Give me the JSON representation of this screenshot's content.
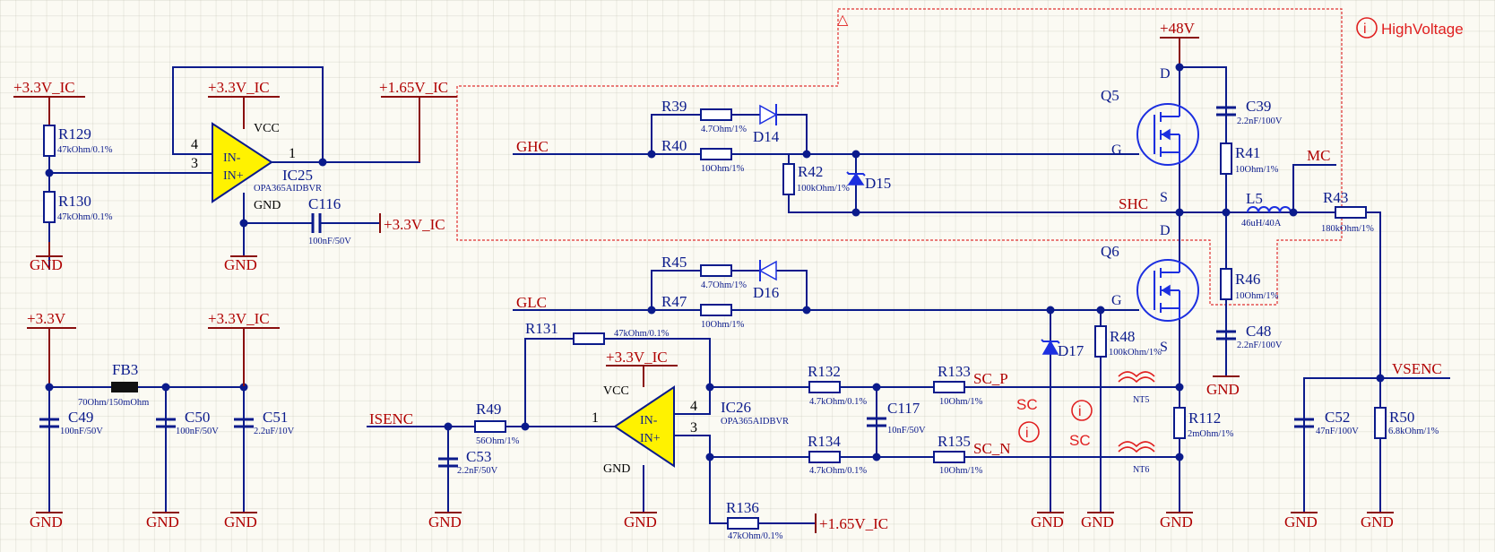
{
  "labels": {
    "pwr_33vic_top": "+3.3V_IC",
    "pwr_33vic_opamp": "+3.3V_IC",
    "pwr_165vic_top": "+1.65V_IC",
    "pwr_33vic_c116": "+3.3V_IC",
    "pwr_33v_left": "+3.3V",
    "pwr_33vic_c51": "+3.3V_IC",
    "pwr_33vic_ic26": "+3.3V_IC",
    "pwr_165vic_bottom": "+1.65V_IC",
    "pwr_48v": "+48V",
    "gnd": "GND",
    "net_ghc": "GHC",
    "net_glc": "GLC",
    "net_shc": "SHC",
    "net_mc": "MC",
    "net_isenc": "ISENC",
    "net_vsenc": "VSENC",
    "net_sc_p": "SC_P",
    "net_sc_n": "SC_N",
    "hv_label": "HighVoltage",
    "sc_label_a": "SC",
    "sc_label_b": "SC",
    "info_glyph": "i",
    "triangle_glyph": "△",
    "nt5": "NT5",
    "nt6": "NT6",
    "vcc": "VCC",
    "gnd_pin": "GND",
    "pin_in_minus": "IN-",
    "pin_in_plus": "IN+",
    "pin_d": "D",
    "pin_s": "S",
    "pin_g": "G",
    "pin_1": "1",
    "pin_3": "3",
    "pin_4": "4"
  },
  "components": {
    "ic25": {
      "ref": "IC25",
      "value": "OPA365AIDBVR"
    },
    "ic26": {
      "ref": "IC26",
      "value": "OPA365AIDBVR"
    },
    "r129": {
      "ref": "R129",
      "value": "47kOhm/0.1%"
    },
    "r130": {
      "ref": "R130",
      "value": "47kOhm/0.1%"
    },
    "c116": {
      "ref": "C116",
      "value": "100nF/50V"
    },
    "fb3": {
      "ref": "FB3",
      "value": "70Ohm/150mOhm"
    },
    "c49": {
      "ref": "C49",
      "value": "100nF/50V"
    },
    "c50": {
      "ref": "C50",
      "value": "100nF/50V"
    },
    "c51": {
      "ref": "C51",
      "value": "2.2uF/10V"
    },
    "r39": {
      "ref": "R39",
      "value": "4.7Ohm/1%"
    },
    "r40": {
      "ref": "R40",
      "value": "10Ohm/1%"
    },
    "d14": {
      "ref": "D14"
    },
    "r42": {
      "ref": "R42",
      "value": "100kOhm/1%"
    },
    "d15": {
      "ref": "D15"
    },
    "q5": {
      "ref": "Q5"
    },
    "c39": {
      "ref": "C39",
      "value": "2.2nF/100V"
    },
    "r41": {
      "ref": "R41",
      "value": "10Ohm/1%"
    },
    "l5": {
      "ref": "L5",
      "value": "46uH/40A"
    },
    "r43": {
      "ref": "R43",
      "value": "180kOhm/1%"
    },
    "r45": {
      "ref": "R45",
      "value": "4.7Ohm/1%"
    },
    "d16": {
      "ref": "D16"
    },
    "r47": {
      "ref": "R47",
      "value": "10Ohm/1%"
    },
    "q6": {
      "ref": "Q6"
    },
    "r46": {
      "ref": "R46",
      "value": "10Ohm/1%"
    },
    "c48": {
      "ref": "C48",
      "value": "2.2nF/100V"
    },
    "r131": {
      "ref": "R131",
      "value": "47kOhm/0.1%"
    },
    "r49": {
      "ref": "R49",
      "value": "56Ohm/1%"
    },
    "c53": {
      "ref": "C53",
      "value": "2.2nF/50V"
    },
    "r132": {
      "ref": "R132",
      "value": "4.7kOhm/0.1%"
    },
    "r134": {
      "ref": "R134",
      "value": "4.7kOhm/0.1%"
    },
    "c117": {
      "ref": "C117",
      "value": "10nF/50V"
    },
    "r133": {
      "ref": "R133",
      "value": "10Ohm/1%"
    },
    "r135": {
      "ref": "R135",
      "value": "10Ohm/1%"
    },
    "r136": {
      "ref": "R136",
      "value": "47kOhm/0.1%"
    },
    "d17": {
      "ref": "D17"
    },
    "r48": {
      "ref": "R48",
      "value": "100kOhm/1%"
    },
    "r112": {
      "ref": "R112",
      "value": "2mOhm/1%"
    },
    "c52": {
      "ref": "C52",
      "value": "47nF/100V"
    },
    "r50": {
      "ref": "R50",
      "value": "6.8kOhm/1%"
    }
  }
}
